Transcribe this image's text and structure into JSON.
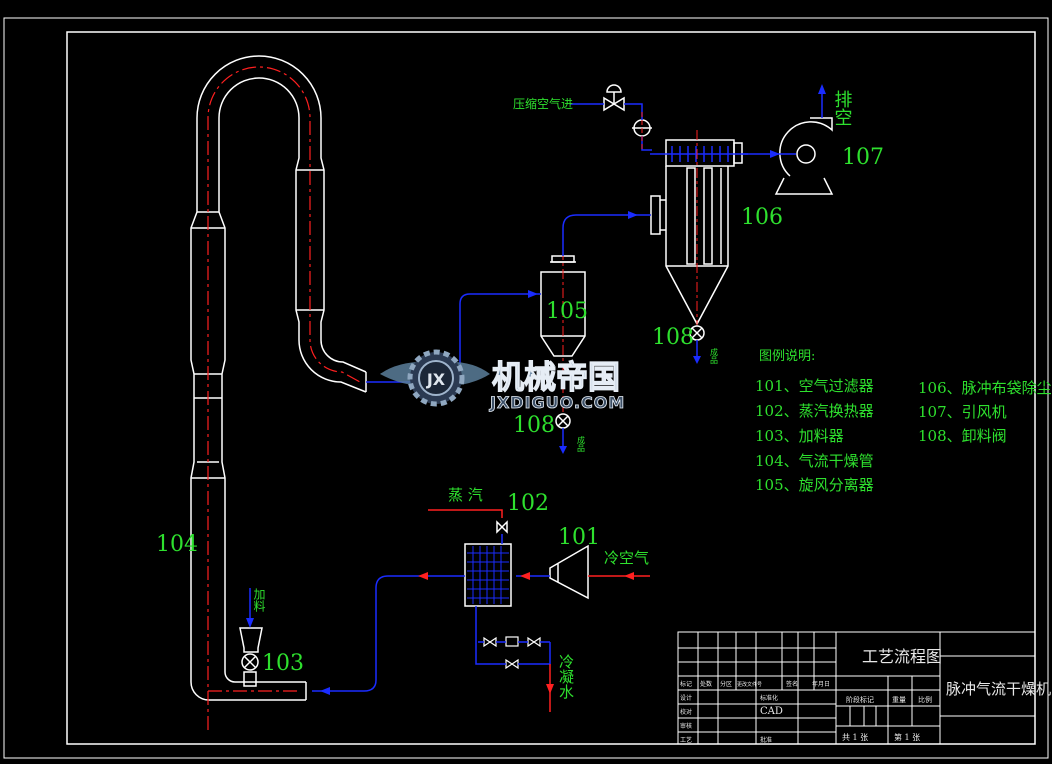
{
  "drawing": {
    "title": "工艺流程图",
    "machine_name": "脉冲气流干燥机",
    "software": "CAD",
    "title_block": {
      "headers": [
        "标记",
        "处数",
        "分区",
        "更改文件号",
        "签名",
        "年月日"
      ],
      "rows": [
        "设计",
        "校对",
        "审核",
        "工艺"
      ],
      "std_label": "标准化",
      "approve_label": "批准",
      "stage_label": "阶段标记",
      "weight_label": "重量",
      "scale_label": "比例",
      "total_sheets": "共 1 张",
      "sheet_no": "第 1 张"
    }
  },
  "equipment": {
    "e101": "101",
    "e102": "102",
    "e103": "103",
    "e104": "104",
    "e105": "105",
    "e106": "106",
    "e107": "107",
    "e108a": "108",
    "e108b": "108"
  },
  "streams": {
    "compressed_air": "压缩空气进",
    "exhaust": "排空",
    "steam": "蒸 汽",
    "cold_air": "冷空气",
    "feed": "加料",
    "product_1": "成品",
    "product_2": "成品",
    "condensate": "冷凝水"
  },
  "legend": {
    "title": "图例说明:",
    "items": [
      "101、空气过滤器",
      "102、蒸汽换热器",
      "103、加料器",
      "104、气流干燥管",
      "105、旋风分离器",
      "106、脉冲布袋除尘器",
      "107、引风机",
      "108、卸料阀"
    ]
  },
  "watermark": {
    "brand_cn": "机械帝国",
    "brand_en": "JXDIGUO.COM",
    "badge": "JX"
  },
  "colors": {
    "background": "#000000",
    "frame": "#ffffff",
    "label": "#2ee02e",
    "flow": "#1a2cff",
    "steam_line": "#ff2020",
    "center_line": "#ff2020"
  }
}
